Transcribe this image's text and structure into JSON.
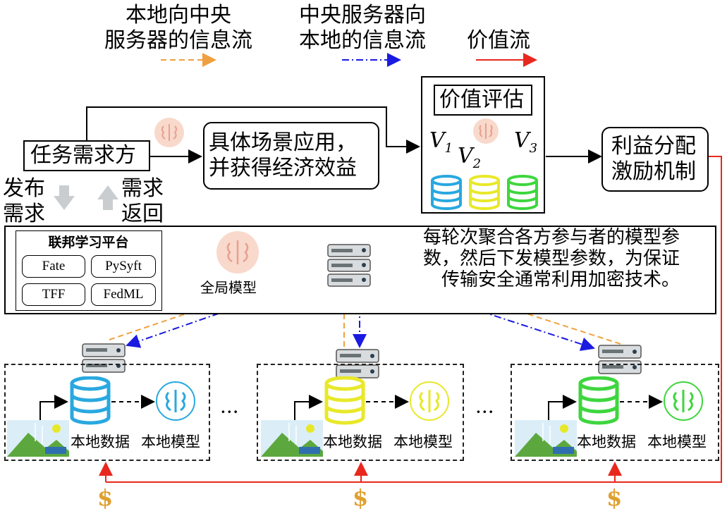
{
  "legend": {
    "local_to_server": "本地向中央\n服务器的信息流",
    "server_to_local": "中央服务器向\n本地的信息流",
    "value_flow": "价值流"
  },
  "task_requester": "任务需求方",
  "scenario_box": "具体场景应用，\n并获得经济效益",
  "value_eval": {
    "title": "价值评估",
    "v1": "V",
    "v1_sub": "1",
    "v2": "V",
    "v2_sub": "2",
    "v3": "V",
    "v3_sub": "3"
  },
  "benefit_box": "利益分配\n激励机制",
  "publish_demand": "发布\n需求",
  "demand_return": "需求\n返回",
  "fl_platform": {
    "title": "联邦学习平台",
    "items": [
      "Fate",
      "PySyft",
      "TFF",
      "FedML"
    ]
  },
  "global_model": "全局模型",
  "round_note": "每轮次聚合各方参与者的模型参\n数，然后下发模型参数，为保证\n传输安全通常利用加密技术。",
  "clients": [
    {
      "data_label": "本地数据",
      "model_label": "本地模型",
      "color": "#29a8e0"
    },
    {
      "data_label": "本地数据",
      "model_label": "本地模型",
      "color": "#e8e82a"
    },
    {
      "data_label": "本地数据",
      "model_label": "本地模型",
      "color": "#3ed63e"
    }
  ],
  "ellipsis": "···",
  "dollar": "$",
  "colors": {
    "orange_flow": "#f0a040",
    "blue_flow": "#1a1ae0",
    "red_flow": "#e8281e",
    "navy_arrow": "#2b3a5c",
    "brain_bg": "#f6c6b4"
  }
}
